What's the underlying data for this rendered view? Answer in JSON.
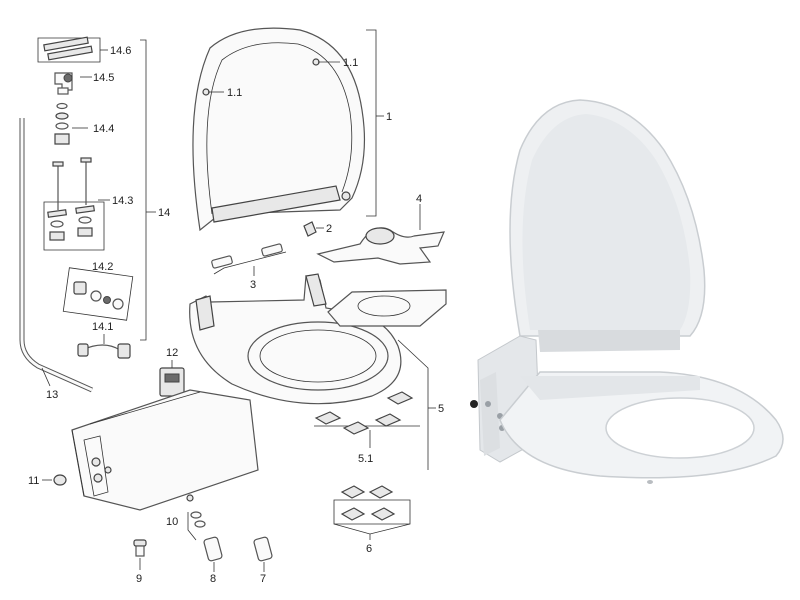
{
  "diagram": {
    "labels": {
      "l1": "1",
      "l1_1a": "1.1",
      "l1_1b": "1.1",
      "l2": "2",
      "l3": "3",
      "l4": "4",
      "l5": "5",
      "l5_1": "5.1",
      "l6": "6",
      "l7": "7",
      "l8": "8",
      "l9": "9",
      "l10": "10",
      "l11": "11",
      "l12": "12",
      "l13": "13",
      "l14": "14",
      "l14_1": "14.1",
      "l14_2": "14.2",
      "l14_3": "14.3",
      "l14_4": "14.4",
      "l14_5": "14.5",
      "l14_6": "14.6"
    }
  },
  "colors": {
    "line": "#333333",
    "product_white": "#eef0f2",
    "product_shadow": "#c9cdd1"
  }
}
